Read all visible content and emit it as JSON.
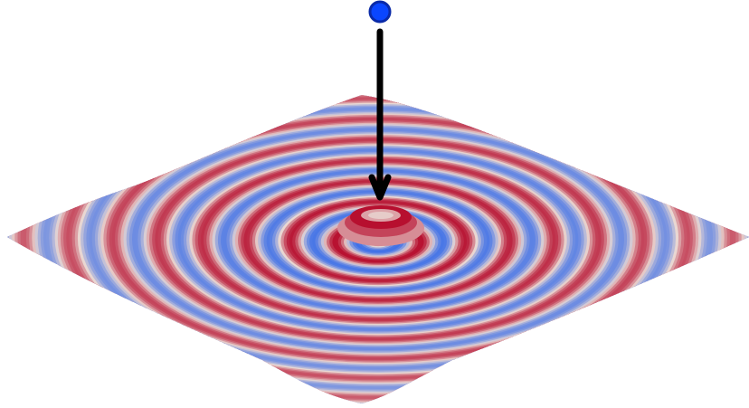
{
  "scene": {
    "background": "#ffffff",
    "surface": {
      "description_free": true,
      "colormap": "coolwarm",
      "low_color": "#3b6ee8",
      "mid_color": "#e9d7d2",
      "high_color": "#b40426",
      "ring_count": 9
    },
    "drop": {
      "fill": "#0a46ff",
      "outline": "#0a2aa8"
    },
    "arrow": {
      "color": "#000000",
      "direction": "down"
    }
  }
}
